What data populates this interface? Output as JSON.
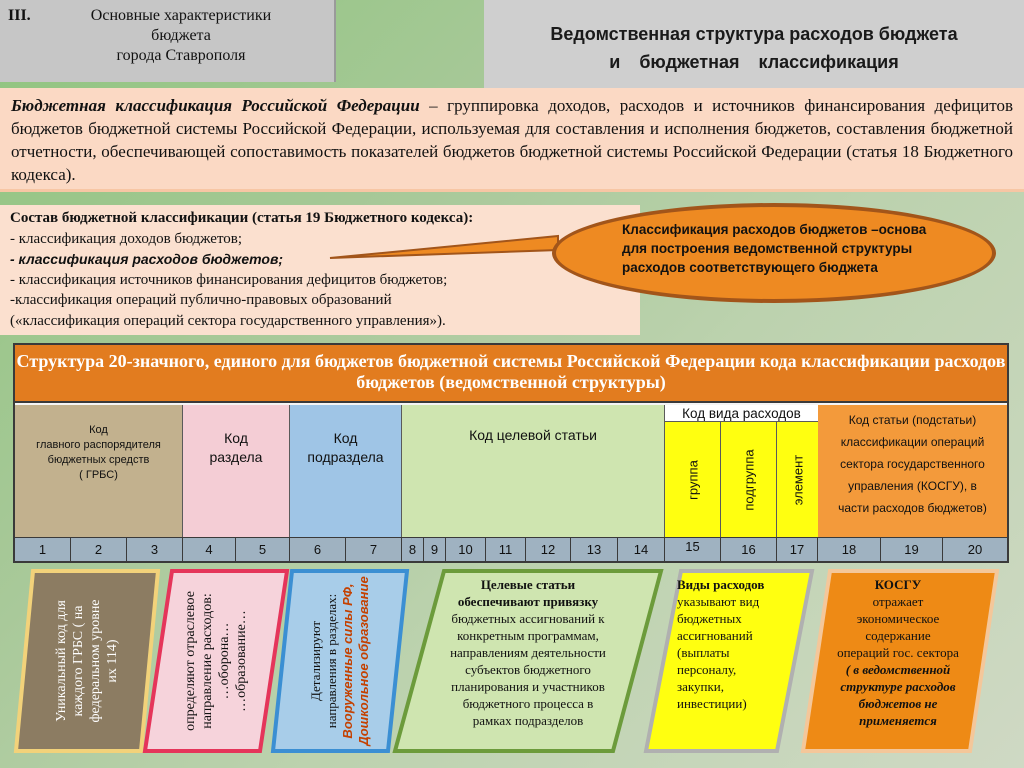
{
  "header": {
    "section_number": "III.",
    "section_title_lines": [
      "Основные характеристики",
      "бюджета",
      "города Ставрополя"
    ],
    "main_title_line1": "Ведомственная структура расходов бюджета",
    "main_title_line2": "и   бюджетная    классификация"
  },
  "definition": {
    "term": "Бюджетная классификация Российской Федерации",
    "text": " – группировка доходов, расходов и источников финансирования дефицитов бюджетов бюджетной системы Российской Федерации, используемая для составления и исполнения бюджетов, составления бюджетной отчетности, обеспечивающей сопоставимость показателей бюджетов бюджетной системы Российской Федерации (статья 18 Бюджетного кодекса)."
  },
  "composition": {
    "title": "Состав бюджетной классификации (статья 19 Бюджетного кодекса):",
    "items": [
      "- классификация доходов бюджетов;",
      "- классификация расходов бюджетов;",
      "- классификация источников финансирования дефицитов бюджетов;",
      "-классификация операций публично-правовых образований",
      " («классификация операций сектора государственного управления»)."
    ]
  },
  "callout": {
    "text": "Классификация расходов бюджетов –основа для построения ведомственной структуры расходов соответствующего бюджета"
  },
  "code_table": {
    "title": "Структура 20-значного, единого для бюджетов бюджетной системы Российской Федерации кода классификации расходов бюджетов (ведомственной структуры)",
    "grbs": [
      "Код",
      "главного распорядителя",
      "бюджетных средств",
      "( ГРБС)"
    ],
    "razdel": [
      "Код",
      "раздела"
    ],
    "podrazdel": [
      "Код",
      "подраздела"
    ],
    "celevaya": "Код  целевой  статьи",
    "vid_title": "Код вида расходов",
    "vid_sub": [
      "группа",
      "подгруппа",
      "элемент"
    ],
    "kosgu": [
      "Код статьи (подстатьи)",
      "классификации операций",
      "сектора государственного",
      "управления (КОСГУ), в",
      "части расходов бюджетов)"
    ],
    "digits": [
      "1",
      "2",
      "3",
      "4",
      "5",
      "6",
      "7",
      "8",
      "9",
      "10",
      "11",
      "12",
      "13",
      "14",
      "15",
      "16",
      "17",
      "18",
      "19",
      "20"
    ]
  },
  "cards": {
    "grbs": [
      "Уникальный код для",
      "каждого ГРБС ( на",
      "федеральном уровне",
      "их 114)"
    ],
    "razdel": [
      "определяют отраслевое",
      "направление расходов:",
      "…оборона…",
      "…образование…"
    ],
    "podrazdel_plain": [
      "Детализируют",
      "направления в разделах:"
    ],
    "podrazdel_bold": [
      "Вооруженные силы РФ,",
      "Дошкольное образование"
    ],
    "celevaya_bold": [
      "Целевые статьи",
      "обеспечивают привязку"
    ],
    "celevaya": [
      "бюджетных ассигнований к",
      "конкретным программам,",
      "направлениям деятельности",
      "субъектов бюджетного",
      "планирования и участников",
      "бюджетного процесса в",
      "рамках подразделов"
    ],
    "vid_bold": "Виды расходов",
    "vid": [
      "указывают вид",
      "бюджетных",
      "ассигнований",
      "(выплаты",
      "персоналу,",
      "закупки,",
      "инвестиции)"
    ],
    "kosgu_bold": "КОСГУ",
    "kosgu": [
      "отражает",
      "экономическое",
      "содержание",
      "операций гос. сектора"
    ],
    "kosgu_italic": [
      "(  в ведомственной",
      "структуре  расходов",
      "бюджетов не",
      "применяется"
    ]
  },
  "colors": {
    "orange": "#e27c1f",
    "yellow": "#ffff10",
    "green_band": "#8fc47e",
    "peach": "#fbd9c4"
  }
}
